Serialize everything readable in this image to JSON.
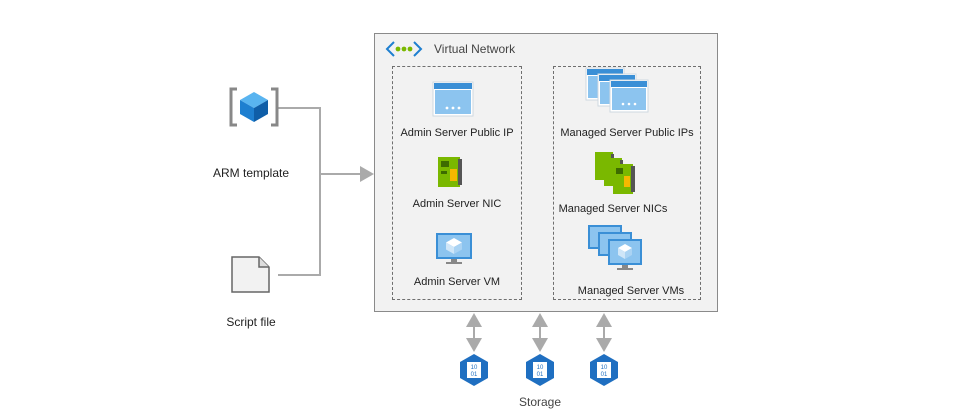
{
  "diagram": {
    "arm_template_label": "ARM template",
    "script_file_label": "Script file",
    "vnet_title": "Virtual Network",
    "admin_ip_label": "Admin Server Public IP",
    "admin_nic_label": "Admin Server NIC",
    "admin_vm_label": "Admin Server VM",
    "managed_ip_label": "Managed Server Public IPs",
    "managed_nic_label": "Managed Server NICs",
    "managed_vm_label": "Managed Server VMs",
    "storage_label": "Storage"
  },
  "colors": {
    "azure_blue": "#1e7fd0",
    "storage_blue": "#1f6fc1",
    "nic_green": "#7ab800",
    "arrow_gray": "#aaaaaa"
  },
  "icons": {
    "arm": "arm-template-icon",
    "script": "script-file-icon",
    "vnet": "virtual-network-icon",
    "ip": "public-ip-icon",
    "nic": "nic-icon",
    "vm": "vm-icon",
    "storage": "storage-icon"
  }
}
